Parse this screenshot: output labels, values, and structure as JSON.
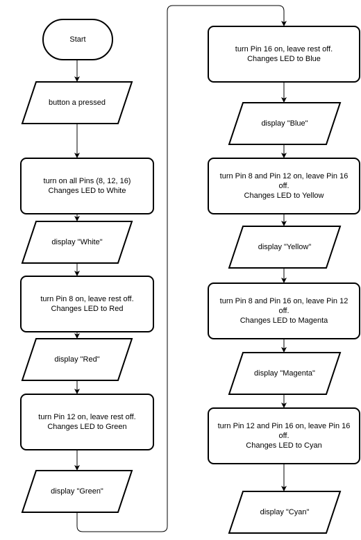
{
  "colors": {
    "stroke": "#000000",
    "fill": "#ffffff",
    "text": "#000000"
  },
  "nodes": {
    "start": {
      "line1": "Start"
    },
    "button_pressed": {
      "line1": "button a pressed"
    },
    "all_pins": {
      "line1": "turn on all Pins (8, 12, 16)",
      "line2": "Changes LED to White"
    },
    "display_white": {
      "line1": "display \"White\""
    },
    "pin8": {
      "line1": "turn Pin 8 on, leave rest off.",
      "line2": "Changes LED to Red"
    },
    "display_red": {
      "line1": "display \"Red\""
    },
    "pin12": {
      "line1": "turn Pin 12 on, leave rest off.",
      "line2": "Changes LED to Green"
    },
    "display_green": {
      "line1": "display \"Green\""
    },
    "pin16": {
      "line1": "turn Pin 16 on, leave rest off.",
      "line2": "Changes LED to Blue"
    },
    "display_blue": {
      "line1": "display \"Blue\""
    },
    "pin8_12": {
      "line1": "turn Pin 8 and Pin 12 on, leave Pin 16",
      "line2": "off.",
      "line3": "Changes LED to Yellow"
    },
    "display_yellow": {
      "line1": "display \"Yellow\""
    },
    "pin8_16": {
      "line1": "turn Pin 8 and Pin 16 on, leave Pin 12",
      "line2": "off.",
      "line3": "Changes LED to Magenta"
    },
    "display_magenta": {
      "line1": "display \"Magenta\""
    },
    "pin12_16": {
      "line1": "turn Pin 12 and Pin 16 on, leave Pin 16",
      "line2": "off.",
      "line3": "Changes LED to Cyan"
    },
    "display_cyan": {
      "line1": "display \"Cyan\""
    }
  }
}
